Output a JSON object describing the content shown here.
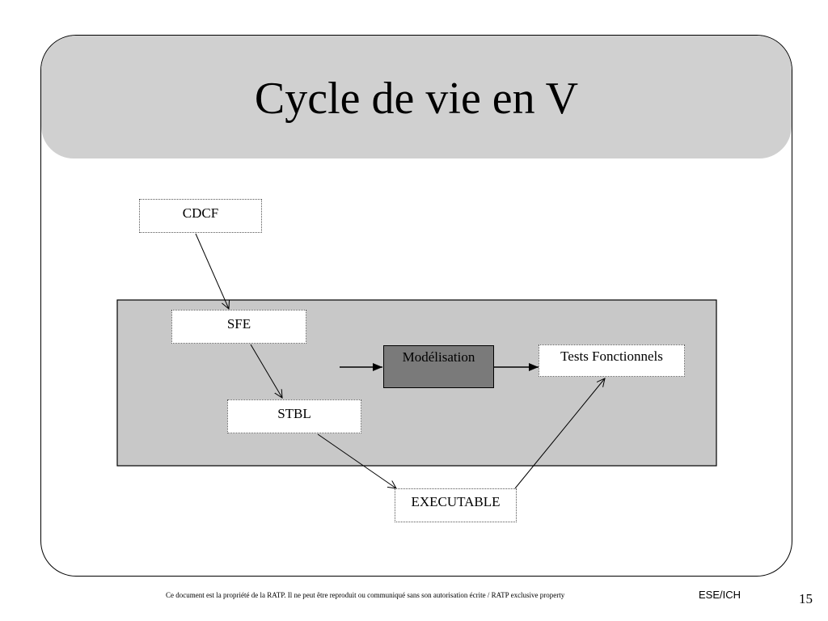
{
  "slide": {
    "title": "Cycle de vie en V"
  },
  "diagram": {
    "nodes": {
      "cdcf": "CDCF",
      "sfe": "SFE",
      "stbl": "STBL",
      "executable": "EXECUTABLE",
      "modelisation": "Modélisation",
      "tests": "Tests Fonctionnels"
    },
    "colors": {
      "panel": "#c8c8c8",
      "modelisation_fill": "#7a7a7a",
      "title_band": "#d0d0d0"
    }
  },
  "footer": {
    "notice": "Ce document est la propriété de la RATP. Il ne peut être reproduit ou communiqué sans son autorisation écrite / RATP exclusive property",
    "code": "ESE/ICH",
    "page": "15"
  }
}
